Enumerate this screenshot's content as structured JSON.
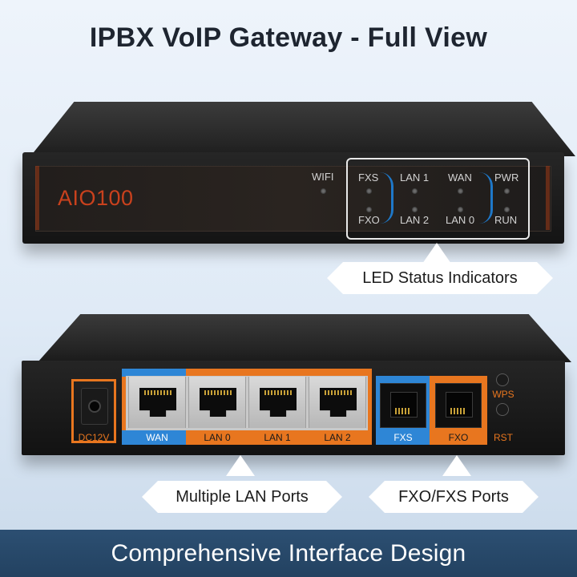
{
  "title": "IPBX VoIP Gateway - Full View",
  "front": {
    "model": "AIO100",
    "wifi_label": "WIFI",
    "leds": {
      "fxs": "FXS",
      "fxo": "FXO",
      "lan1": "LAN 1",
      "lan2": "LAN 2",
      "wan": "WAN",
      "lan0": "LAN 0",
      "pwr": "PWR",
      "run": "RUN"
    }
  },
  "rear": {
    "dc_label": "DC12V",
    "ports": [
      "WAN",
      "LAN 0",
      "LAN 1",
      "LAN 2"
    ],
    "fxs_label": "FXS",
    "fxo_label": "FXO",
    "wps_label": "WPS",
    "rst_label": "RST"
  },
  "callouts": {
    "led": "LED Status Indicators",
    "lan": "Multiple LAN Ports",
    "fxo_fxs": "FXO/FXS Ports"
  },
  "footer": "Comprehensive Interface Design",
  "colors": {
    "accent_orange": "#e8761f",
    "accent_blue": "#2e86d6",
    "model_red": "#c9411d",
    "footer_bg": "#2c4f72"
  }
}
